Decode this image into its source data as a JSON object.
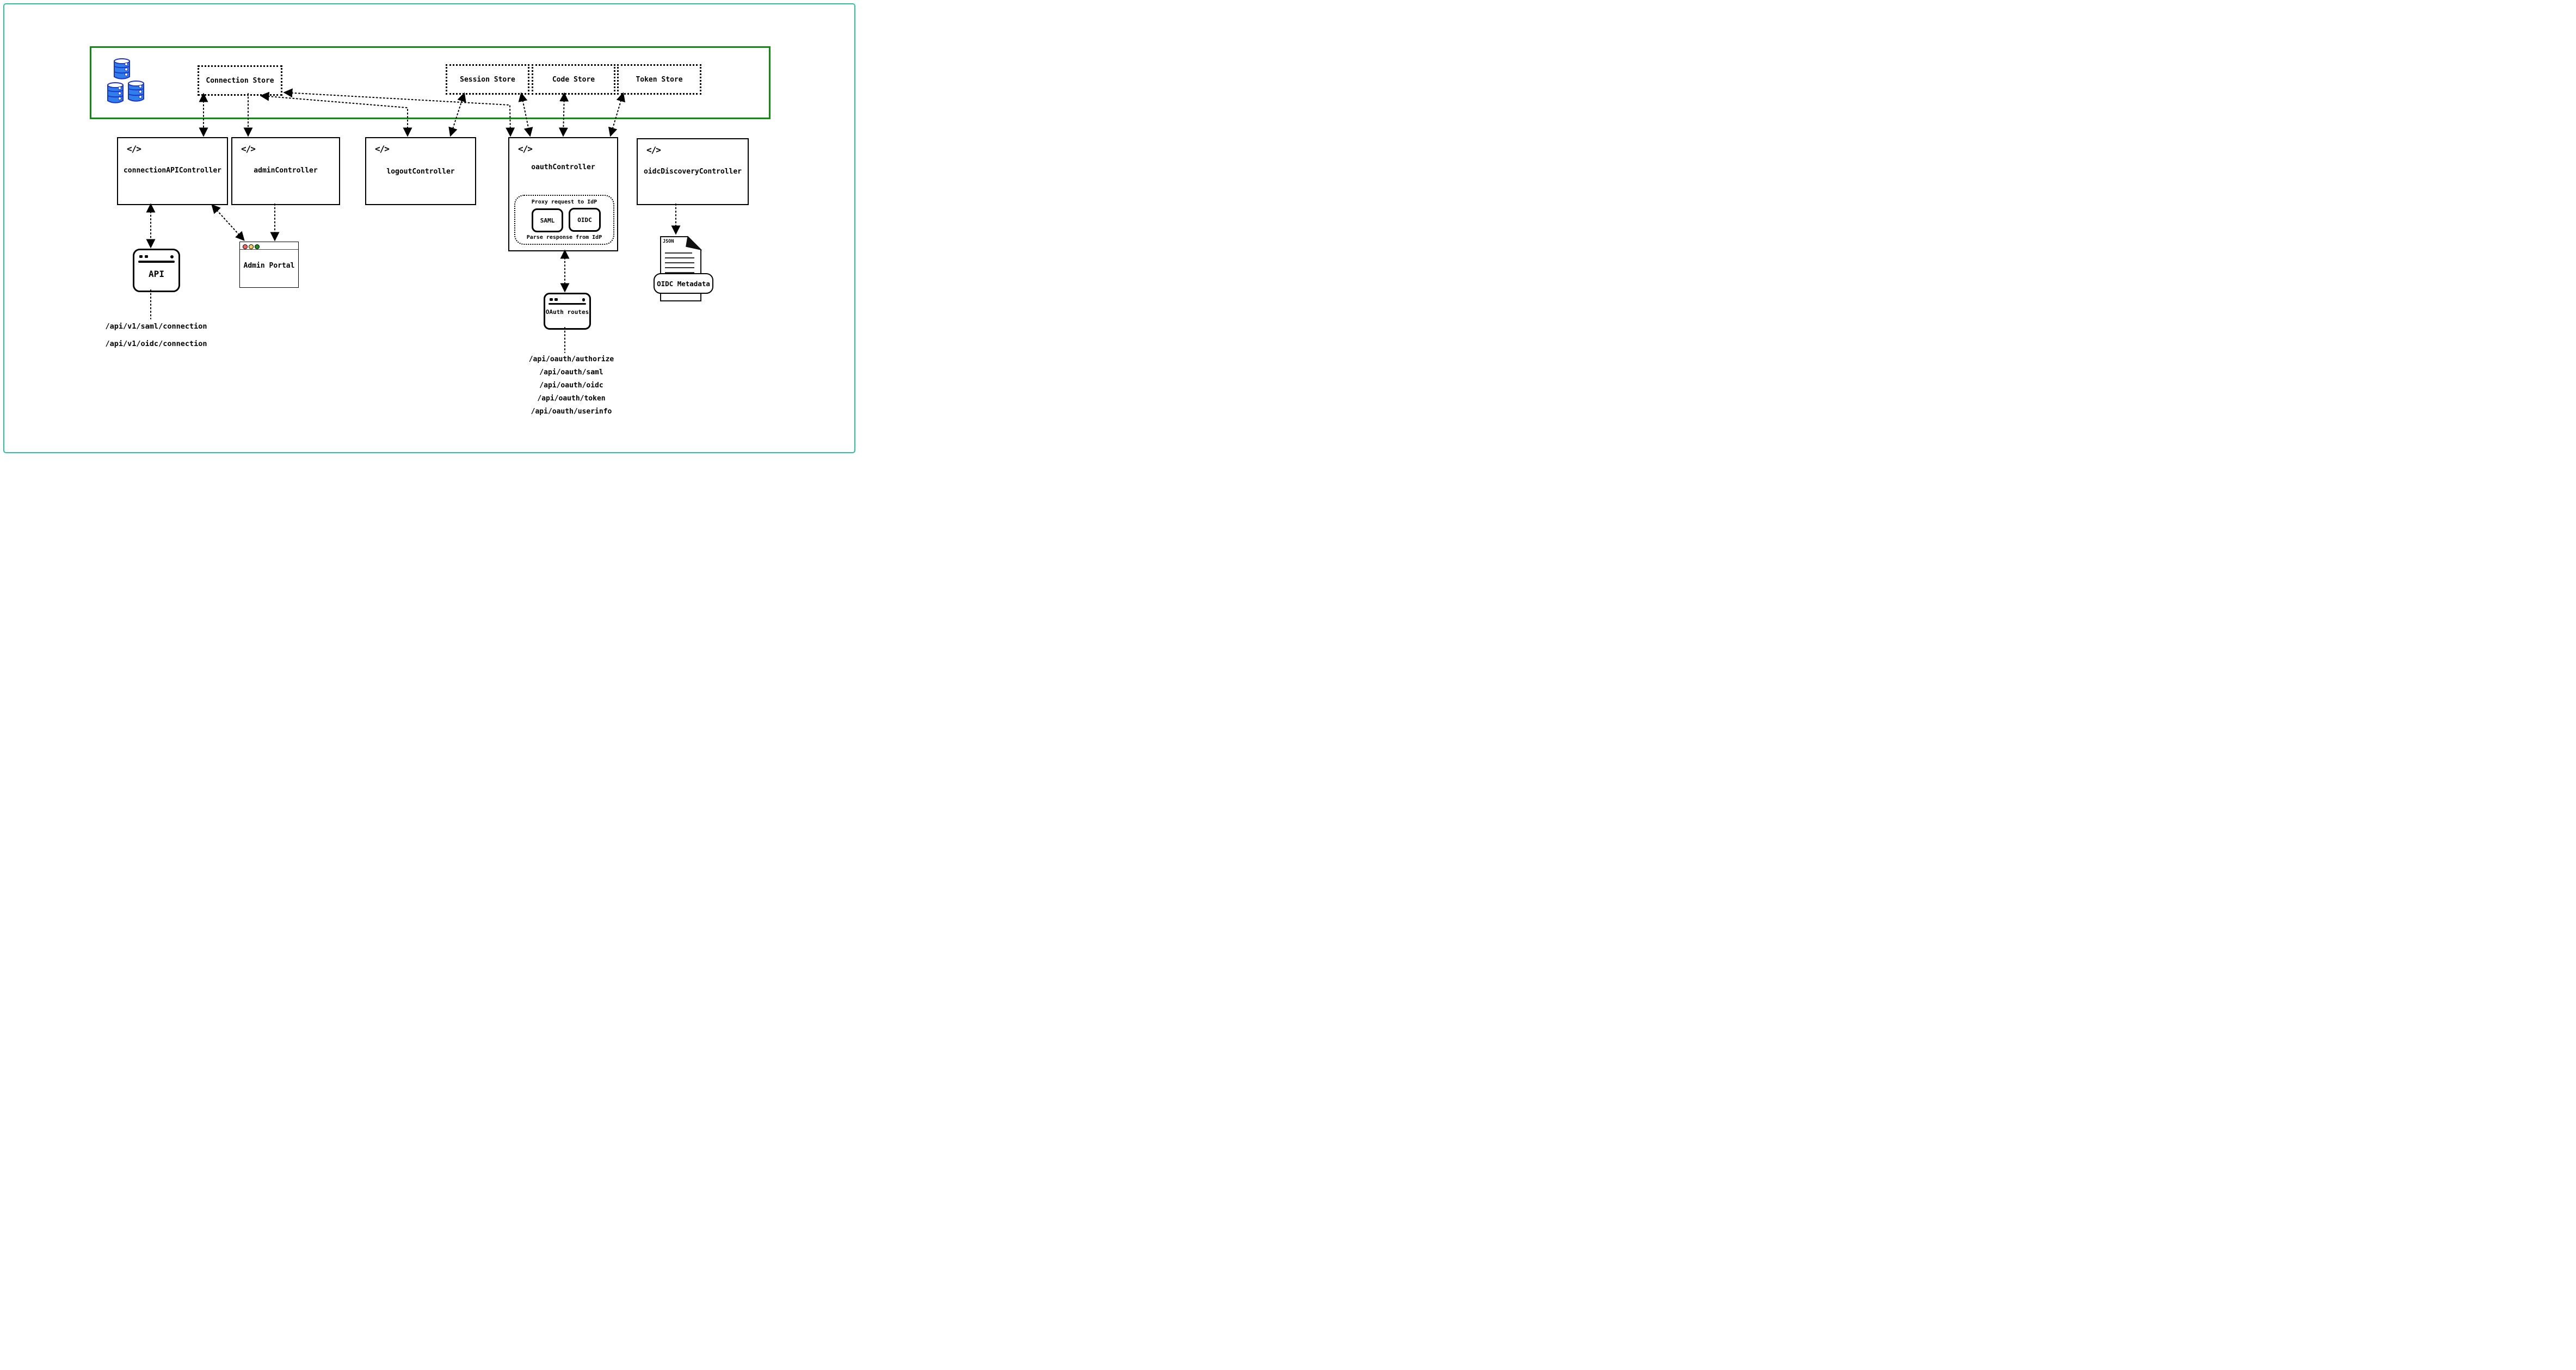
{
  "diagram": {
    "stores_container": {
      "icon": "database-icon"
    },
    "stores": [
      {
        "id": "connection-store",
        "label": "Connection Store"
      },
      {
        "id": "session-store",
        "label": "Session Store"
      },
      {
        "id": "code-store",
        "label": "Code Store"
      },
      {
        "id": "token-store",
        "label": "Token Store"
      }
    ],
    "code_icon_glyph": "</>",
    "controllers": [
      {
        "id": "connection-api-controller",
        "label": "connectionAPIController",
        "icon": "code-icon"
      },
      {
        "id": "admin-controller",
        "label": "adminController",
        "icon": "code-icon"
      },
      {
        "id": "logout-controller",
        "label": "logoutController",
        "icon": "code-icon"
      },
      {
        "id": "oauth-controller",
        "label": "oauthController",
        "icon": "code-icon",
        "proxy_note": "Proxy request to IdP",
        "parse_note": "Parse response from IdP",
        "protocols": [
          "SAML",
          "OIDC"
        ]
      },
      {
        "id": "oidc-discovery-controller",
        "label": "oidcDiscoveryController",
        "icon": "code-icon"
      }
    ],
    "clients": [
      {
        "id": "api-window",
        "label": "API",
        "icon": "browser-window-icon"
      },
      {
        "id": "admin-portal-window",
        "label": "Admin Portal",
        "icon": "browser-window-icon"
      },
      {
        "id": "oauth-routes-window",
        "label": "OAuth routes",
        "icon": "browser-window-icon"
      }
    ],
    "document": {
      "id": "oidc-metadata-doc",
      "icon": "json-file-icon",
      "type_label": "JSON",
      "banner": "OIDC Metadata"
    },
    "api_routes": [
      "/api/v1/saml/connection",
      "/api/v1/oidc/connection"
    ],
    "oauth_routes": [
      "/api/oauth/authorize",
      "/api/oauth/saml",
      "/api/oauth/oidc",
      "/api/oauth/token",
      "/api/oauth/userinfo"
    ],
    "colors": {
      "frame": "#2bc19e",
      "container_border": "#0f8b0f",
      "barrel_fill": "#2e7fe9",
      "barrel_outline": "#1f35c8",
      "traffic_red": "#fa625c",
      "traffic_yellow": "#f8d354",
      "traffic_green": "#1d8f1d",
      "ink": "#000000"
    }
  }
}
